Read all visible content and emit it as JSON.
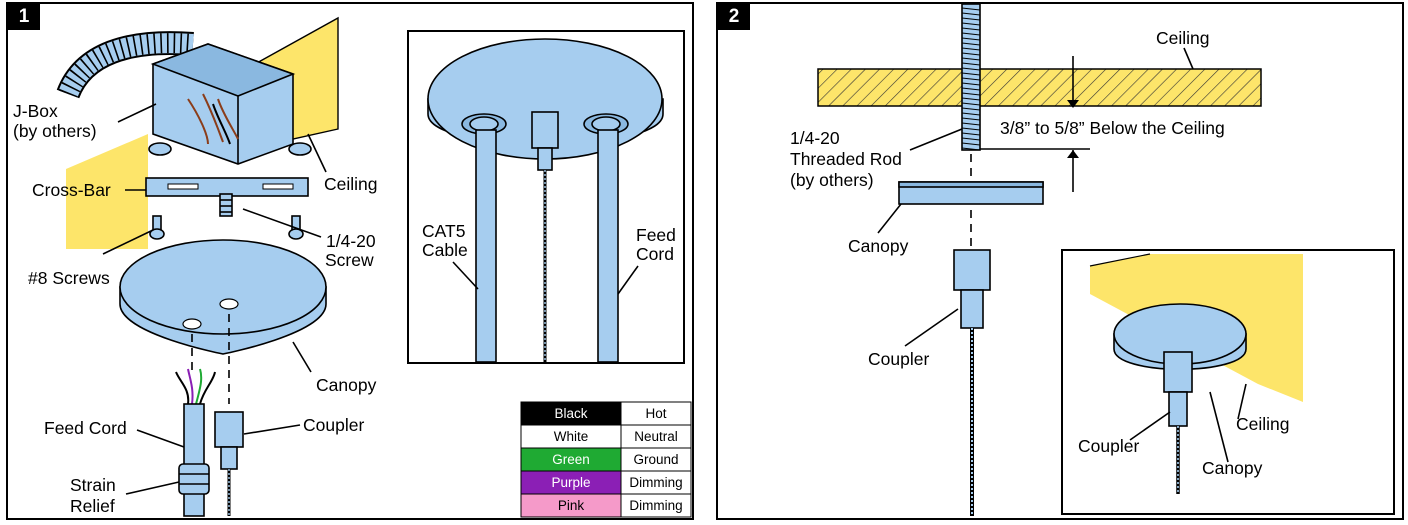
{
  "steps": [
    {
      "number": "1",
      "labels": {
        "jbox": "J-Box",
        "jbox_sub": "(by others)",
        "ceiling": "Ceiling",
        "cross_bar": "Cross-Bar",
        "screw_1420": "1/4-20",
        "screw_word": "Screw",
        "screws_8": "#8 Screws",
        "canopy": "Canopy",
        "feed_cord": "Feed Cord",
        "coupler": "Coupler",
        "strain": "Strain",
        "relief": "Relief"
      },
      "inset": {
        "cat5_line1": "CAT5",
        "cat5_line2": "Cable",
        "feed_line1": "Feed",
        "feed_line2": "Cord"
      },
      "wire_legend": [
        {
          "color_name": "Black",
          "function": "Hot",
          "color": "#000000",
          "text_color": "#ffffff"
        },
        {
          "color_name": "White",
          "function": "Neutral",
          "color": "#ffffff",
          "text_color": "#000000"
        },
        {
          "color_name": "Green",
          "function": "Ground",
          "color": "#1faa33",
          "text_color": "#ffffff"
        },
        {
          "color_name": "Purple",
          "function": "Dimming",
          "color": "#8b1fb5",
          "text_color": "#ffffff"
        },
        {
          "color_name": "Pink",
          "function": "Dimming",
          "color": "#f59ac9",
          "text_color": "#000000"
        }
      ]
    },
    {
      "number": "2",
      "labels": {
        "ceiling": "Ceiling",
        "distance": "3/8” to 5/8” Below the Ceiling",
        "rod_line1": "1/4-20",
        "rod_line2": "Threaded Rod",
        "rod_line3": "(by others)",
        "canopy": "Canopy",
        "coupler": "Coupler"
      },
      "inset": {
        "coupler": "Coupler",
        "ceiling": "Ceiling",
        "canopy": "Canopy"
      }
    }
  ],
  "colors": {
    "part_blue": "#a6cdef",
    "ceiling_yellow": "#fde56a",
    "hatch_line": "#333333"
  }
}
